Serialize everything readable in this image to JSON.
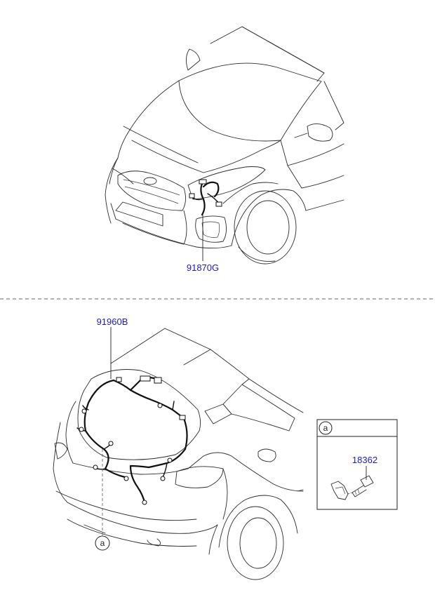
{
  "front_view": {
    "part_number": "91870G"
  },
  "rear_view": {
    "part_number": "91960B",
    "callout_letter": "a"
  },
  "detail_box": {
    "header_letter": "a",
    "part_number": "18362"
  },
  "colors": {
    "part_number_text": "#1a1acc",
    "line_art": "#2b2b2b",
    "harness": "#111111",
    "separator": "#666666"
  }
}
